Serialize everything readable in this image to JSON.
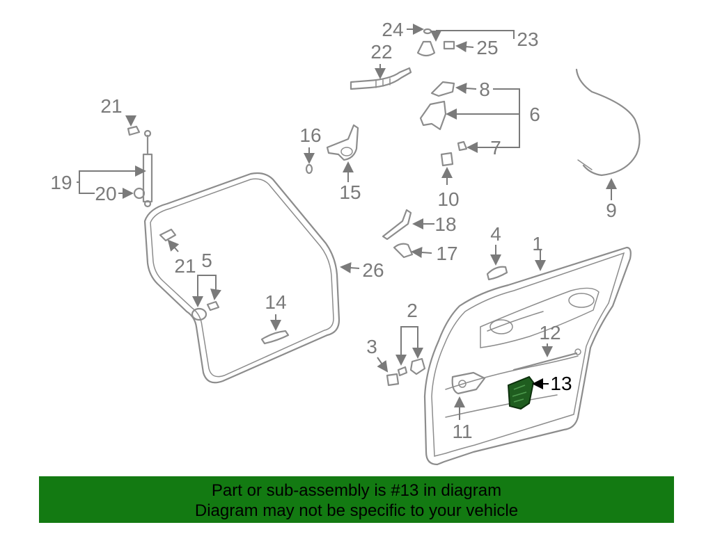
{
  "callouts": {
    "c1": "1",
    "c2": "2",
    "c3": "3",
    "c4": "4",
    "c5": "5",
    "c6": "6",
    "c7": "7",
    "c8": "8",
    "c9": "9",
    "c10": "10",
    "c11": "11",
    "c12": "12",
    "c13": "13",
    "c14": "14",
    "c15": "15",
    "c16": "16",
    "c17": "17",
    "c18": "18",
    "c19": "19",
    "c20": "20",
    "c21a": "21",
    "c21b": "21",
    "c22": "22",
    "c23": "23",
    "c24": "24",
    "c25": "25",
    "c26": "26"
  },
  "highlight_callout": "13",
  "colors": {
    "banner": "#137a12",
    "highlight_part": "#1f5d1f",
    "linework": "#8c8c8c"
  },
  "banner": {
    "line1": "Part or sub-assembly is #13 in diagram",
    "line2": "Diagram may not be specific to your vehicle"
  }
}
